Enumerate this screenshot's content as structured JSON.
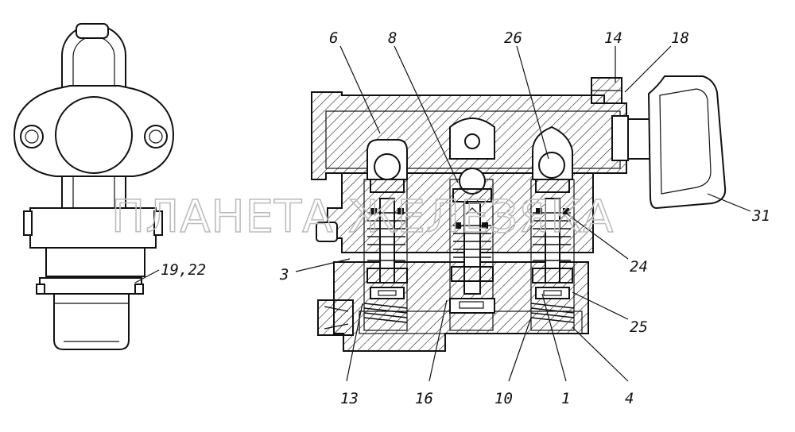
{
  "watermark": "ПЛАНЕТА ЖЕЛЕЗЯКА",
  "callouts": {
    "c6": "6",
    "c8": "8",
    "c26": "26",
    "c14": "14",
    "c18": "18",
    "c31": "31",
    "c24": "24",
    "c25": "25",
    "c3": "3",
    "c19_22": "19,22",
    "c13": "13",
    "c16": "16",
    "c10": "10",
    "c1": "1",
    "c4": "4"
  }
}
